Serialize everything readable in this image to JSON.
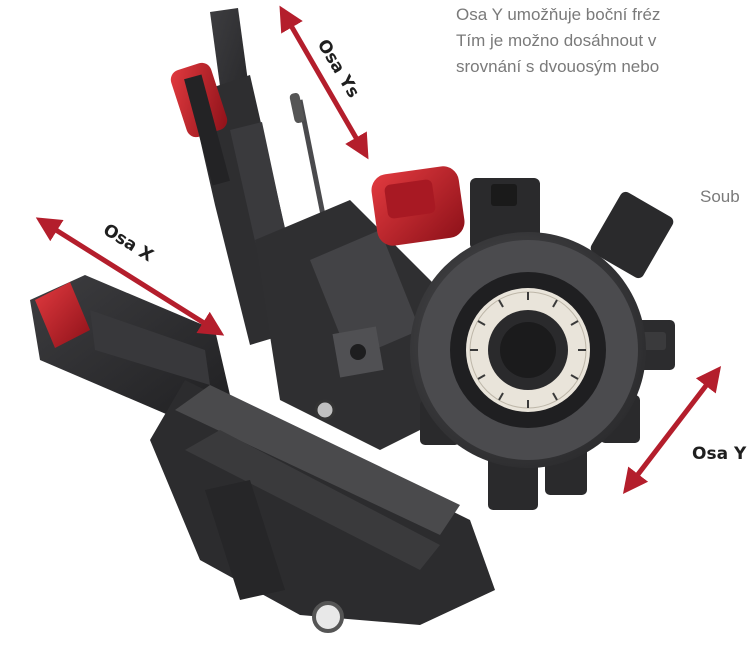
{
  "description": {
    "line1": "Osa Y umožňuje boční fréz",
    "line2": "Tím je možno dosáhnout v",
    "line3": "srovnání s dvouosým nebo",
    "side": "Soub"
  },
  "axes": {
    "x": "Osa X",
    "ys": "Osa Ys",
    "y": "Osa Y"
  },
  "colors": {
    "arrow": "#b41e2c",
    "machine_dark": "#2b2b2d",
    "machine_mid": "#3c3c3f",
    "servo_red": "#c8202b",
    "turret_plate": "#e9e4da",
    "description_text": "#7a7a7a"
  }
}
